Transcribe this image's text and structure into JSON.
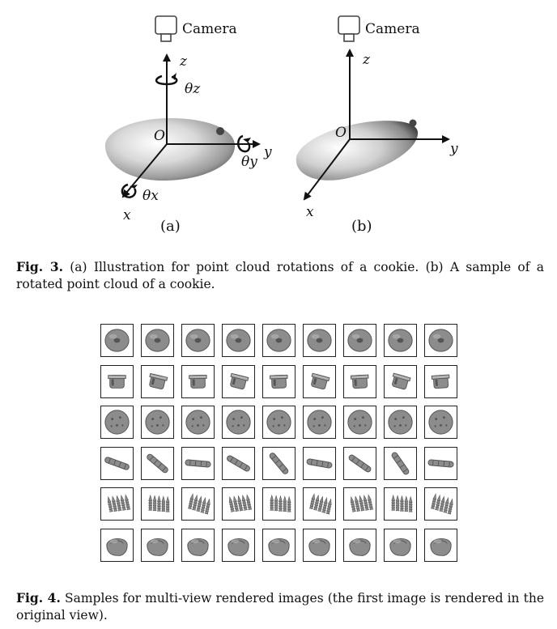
{
  "figure3": {
    "panel_a": {
      "camera_label": "Camera",
      "axis_z": "z",
      "axis_y": "y",
      "axis_x": "x",
      "origin": "O",
      "theta_z": "θz",
      "theta_y": "θy",
      "theta_x": "θx",
      "sub_label": "(a)"
    },
    "panel_b": {
      "camera_label": "Camera",
      "axis_z": "z",
      "axis_y": "y",
      "axis_x": "x",
      "origin": "O",
      "sub_label": "(b)"
    },
    "caption_prefix": "Fig. 3.",
    "caption_text": " (a) Illustration for point cloud rotations of a cookie. (b) A sample of a rotated point cloud of a cookie."
  },
  "figure4": {
    "rows": [
      "donut",
      "cup",
      "cookie",
      "stick",
      "grid-object",
      "bun"
    ],
    "columns_per_row": 9,
    "caption_prefix": "Fig. 4.",
    "caption_text": " Samples for multi-view rendered images (the first image is rendered in the original view)."
  }
}
